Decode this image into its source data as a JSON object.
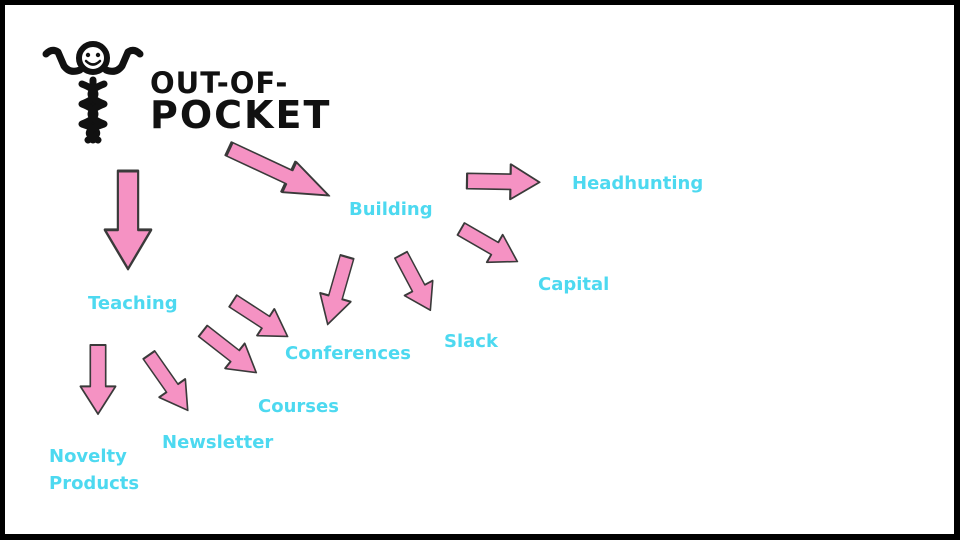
{
  "logo": {
    "line1": "OUT-OF-",
    "line2": "POCKET",
    "mascot_icon": "caduceus-mascot-icon"
  },
  "colors": {
    "node_text": "#4dd9f0",
    "arrow_fill": "#f592c3",
    "arrow_stroke": "#3a3a3a",
    "background": "#ffffff",
    "frame": "#000000"
  },
  "nodes": {
    "building": "Building",
    "headhunting": "Headhunting",
    "capital": "Capital",
    "teaching": "Teaching",
    "conferences": "Conferences",
    "slack": "Slack",
    "courses": "Courses",
    "newsletter": "Newsletter",
    "novelty_products": [
      "Novelty",
      "Products"
    ]
  }
}
